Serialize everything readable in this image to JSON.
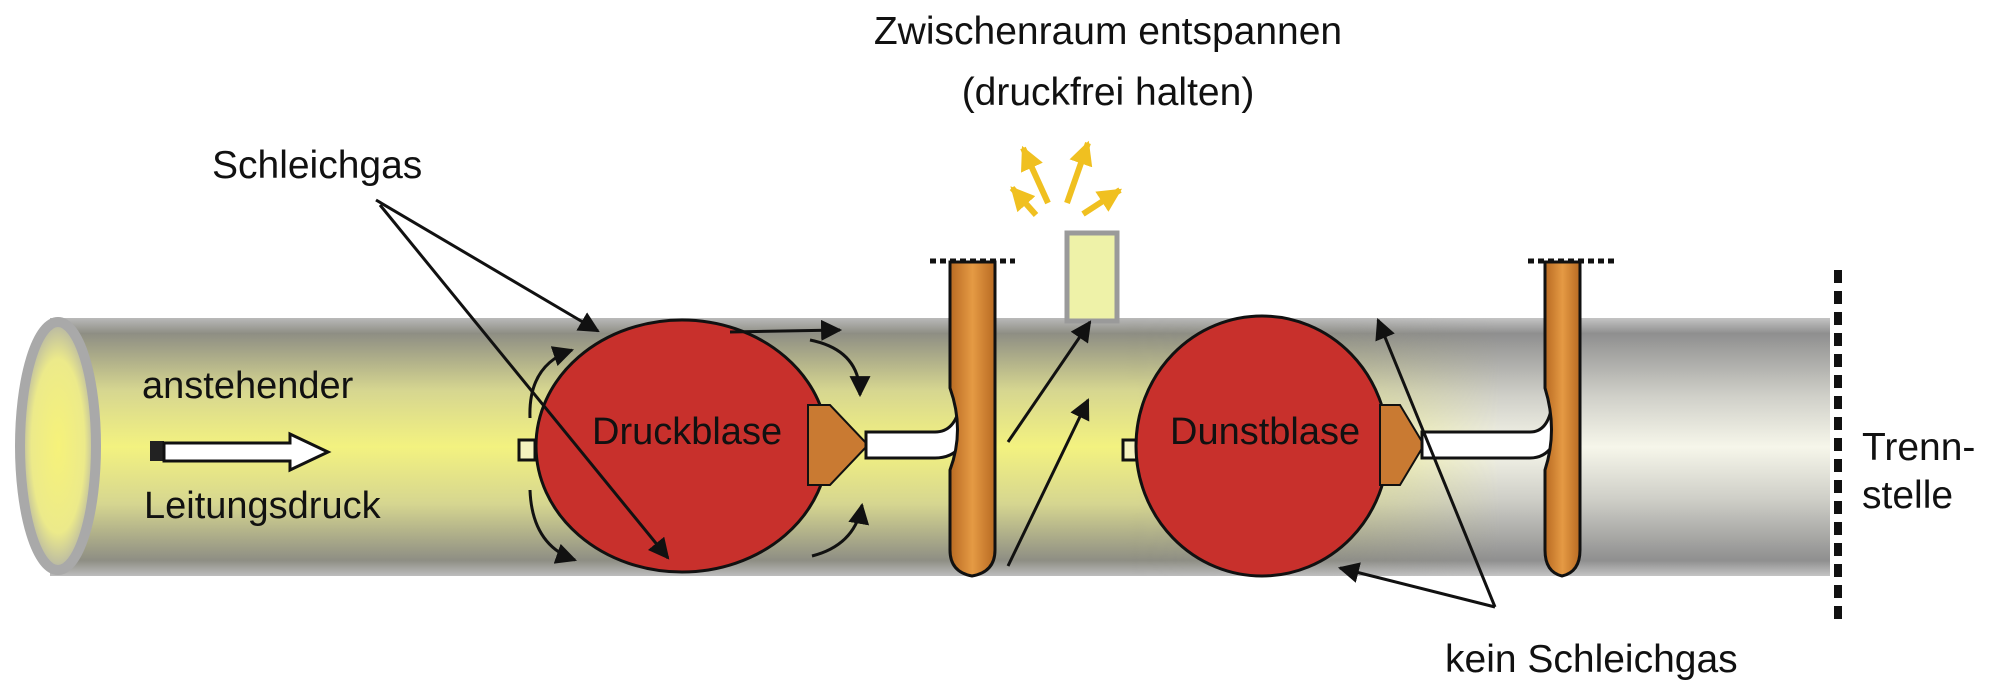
{
  "diagram": {
    "labels": {
      "relief_line1": "Zwischenraum entspannen",
      "relief_line2": "(druckfrei halten)",
      "leak_gas": "Schleichgas",
      "line_pressure_1": "anstehender",
      "line_pressure_2": "Leitungsdruck",
      "pressure_bladder": "Druckblase",
      "vapor_bladder": "Dunstblase",
      "separation_1": "Trenn-",
      "separation_2": "stelle",
      "no_leak_gas": "kein Schleichgas"
    },
    "colors": {
      "bladder": "#c8302c",
      "stem": "#d98a38",
      "relief_arrows": "#f0c020",
      "pipe_gray": "#a8a8a8",
      "pipe_yellow": "#f2f08a",
      "vent": "#eef2a8"
    }
  }
}
